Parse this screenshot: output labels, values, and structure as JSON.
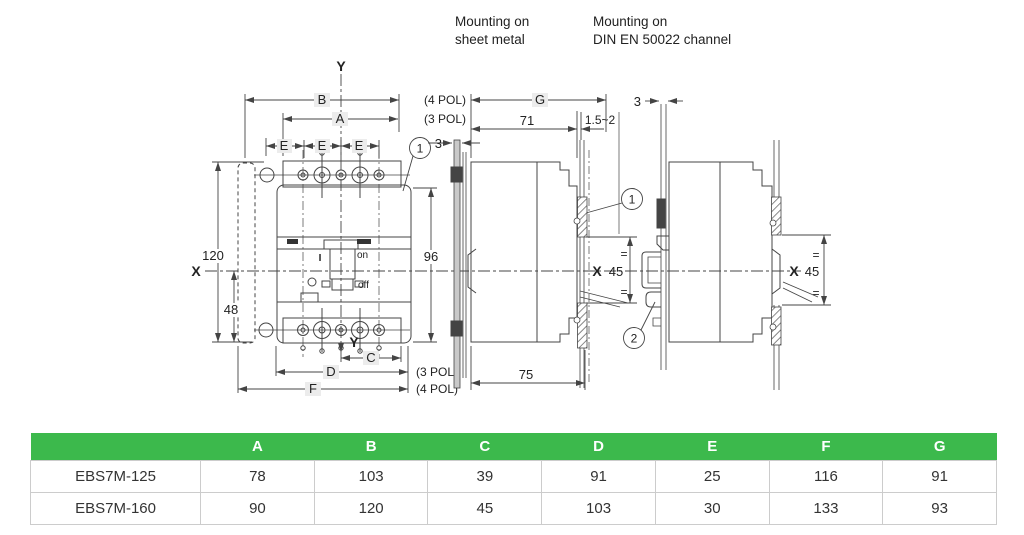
{
  "captions": {
    "sheet_metal": {
      "line1": "Mounting on",
      "line2": "sheet metal"
    },
    "din": {
      "line1": "Mounting on",
      "line2": "DIN EN 50022 channel"
    }
  },
  "front_view": {
    "axis_top": "Y",
    "axis_bottom": "Y",
    "axis_left": "X",
    "dim_b": "B",
    "dim_a": "A",
    "dim_e": "E",
    "dim_c": "C",
    "dim_d": "D",
    "dim_f": "F",
    "dim_120": "120",
    "dim_48": "48",
    "dim_96": "96",
    "pol4_top": "(4 POL)",
    "pol3_top": "(3 POL)",
    "pol3_bottom": "(3 POL)",
    "pol4_bottom": "(4 POL)",
    "callout_1": "1",
    "switch_i": "I",
    "switch_on": "on",
    "switch_off": "off"
  },
  "sheet_view": {
    "dim_g": "G",
    "dim_71": "71",
    "dim_gap": "1.5~2",
    "dim_3": "3",
    "dim_45": "45",
    "dim_75": "75",
    "axis_x": "X",
    "equal_mark": "=",
    "callout_1": "1",
    "callout_2": "2"
  },
  "din_view": {
    "dim_3": "3",
    "dim_45": "45",
    "axis_x": "X",
    "equal_mark": "="
  },
  "table": {
    "header_color": "#3cb94c",
    "headers": [
      "",
      "A",
      "B",
      "C",
      "D",
      "E",
      "F",
      "G"
    ],
    "rows": [
      {
        "model": "EBS7M-125",
        "values": [
          "78",
          "103",
          "39",
          "91",
          "25",
          "116",
          "91"
        ]
      },
      {
        "model": "EBS7M-160",
        "values": [
          "90",
          "120",
          "45",
          "103",
          "30",
          "133",
          "93"
        ]
      }
    ]
  }
}
